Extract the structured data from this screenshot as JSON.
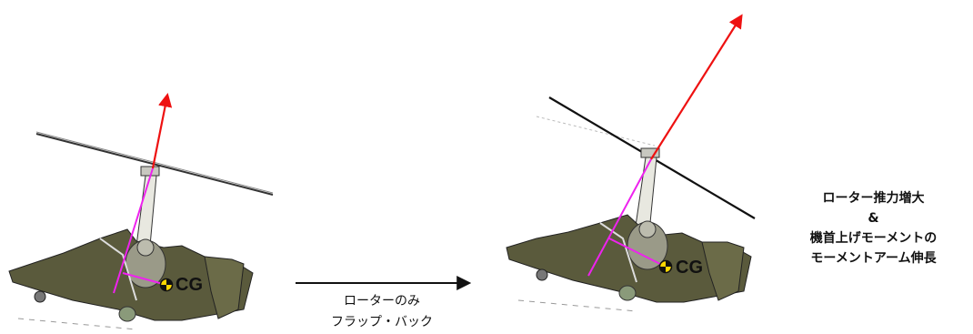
{
  "diagram": {
    "before_cg_label": "CG",
    "after_cg_label": "CG",
    "transition_label_line1": "ローターのみ",
    "transition_label_line2": "フラップ・バック",
    "result_line1": "ローター推力増大",
    "result_line2": "&",
    "result_line3": "機首上げモーメントの",
    "result_line4": "モーメントアーム伸長"
  },
  "colors": {
    "thrust_vector": "#ee1111",
    "moment_arm": "#ee22ee",
    "rotor_disc": "#111111",
    "fuselage": "#5a5a3c",
    "arrow": "#111111"
  },
  "icons": {
    "cg_marker": "cg-symbol",
    "aircraft": "autogyro"
  }
}
